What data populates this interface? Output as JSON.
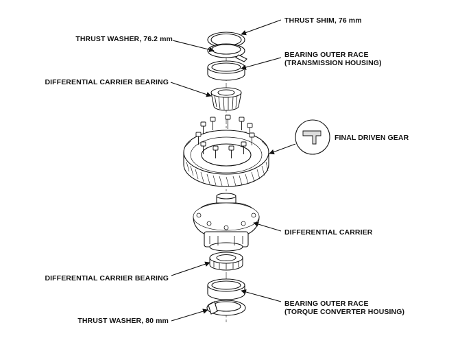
{
  "labels": {
    "thrust_shim": "THRUST SHIM, 76 mm",
    "thrust_washer_top": "THRUST WASHER, 76.2 mm",
    "bearing_outer_race_top": "BEARING OUTER RACE",
    "bearing_outer_race_top_sub": "(TRANSMISSION HOUSING)",
    "diff_carrier_bearing_top": "DIFFERENTIAL CARRIER BEARING",
    "final_driven_gear": "FINAL DRIVEN GEAR",
    "diff_carrier": "DIFFERENTIAL CARRIER",
    "diff_carrier_bearing_bottom": "DIFFERENTIAL CARRIER BEARING",
    "bearing_outer_race_bottom": "BEARING OUTER RACE",
    "bearing_outer_race_bottom_sub": "(TORQUE CONVERTER HOUSING)",
    "thrust_washer_bottom": "THRUST WASHER, 80 mm"
  },
  "colors": {
    "line": "#111111",
    "fill": "#ffffff",
    "shade": "#d9d9d9"
  }
}
